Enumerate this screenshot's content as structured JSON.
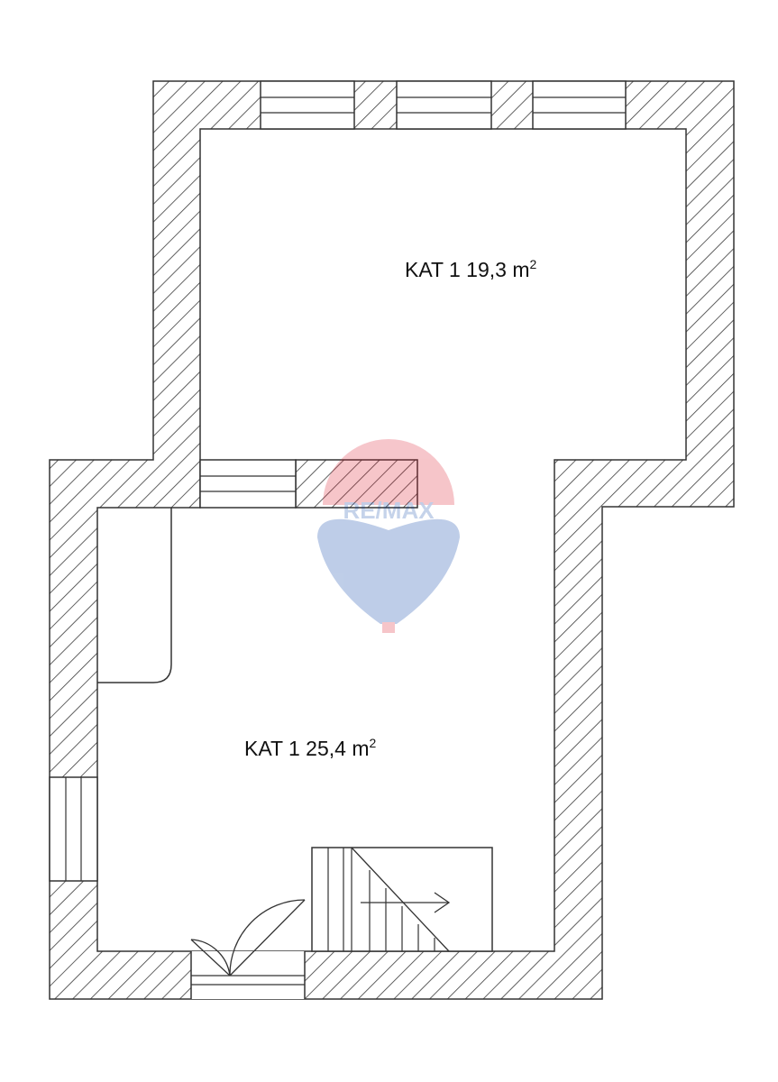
{
  "rooms": [
    {
      "label": "KAT 1 19,3 m",
      "superscript": "2"
    },
    {
      "label": "KAT 1 25,4 m",
      "superscript": "2"
    }
  ],
  "watermark": {
    "text": "RE/MAX",
    "icon": "hot-air-balloon-icon",
    "colors": {
      "red": "#dc1c2e",
      "blue": "#003da5"
    }
  },
  "colors": {
    "wall_line": "#333333",
    "background": "#ffffff"
  }
}
